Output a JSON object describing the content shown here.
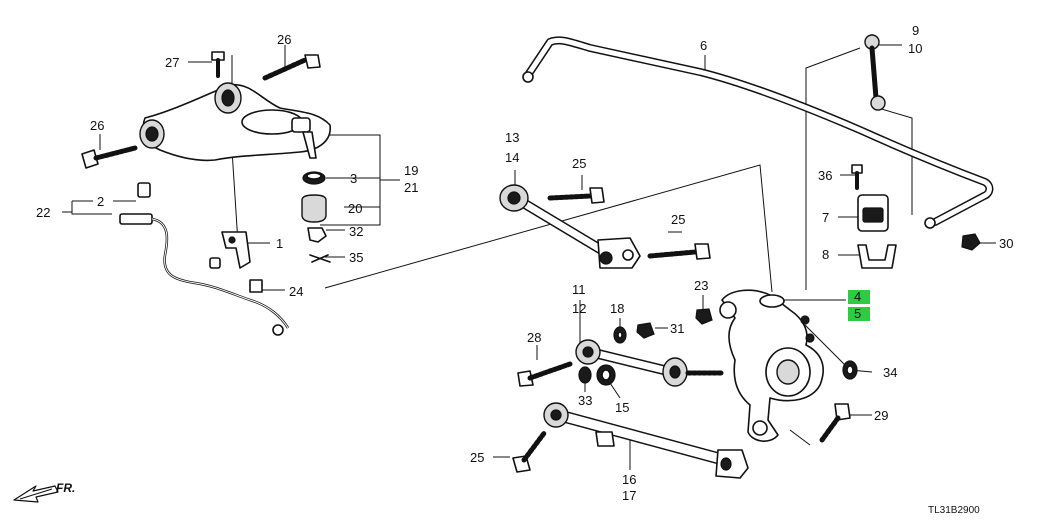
{
  "callouts": {
    "c1": "1",
    "c2": "2",
    "c3": "3",
    "c4": "4",
    "c5": "5",
    "c6": "6",
    "c7": "7",
    "c8": "8",
    "c9": "9",
    "c10": "10",
    "c11": "11",
    "c12": "12",
    "c13": "13",
    "c14": "14",
    "c15": "15",
    "c16": "16",
    "c17": "17",
    "c18": "18",
    "c19": "19",
    "c20": "20",
    "c21": "21",
    "c22": "22",
    "c23": "23",
    "c24": "24",
    "c25a": "25",
    "c25b": "25",
    "c25c": "25",
    "c26a": "26",
    "c26b": "26",
    "c27": "27",
    "c28": "28",
    "c29": "29",
    "c30": "30",
    "c31": "31",
    "c32": "32",
    "c33": "33",
    "c34": "34",
    "c35": "35",
    "c36": "36"
  },
  "highlight_color": "#2ecc40",
  "front_arrow_label": "FR.",
  "diagram_code": "TL31B2900"
}
